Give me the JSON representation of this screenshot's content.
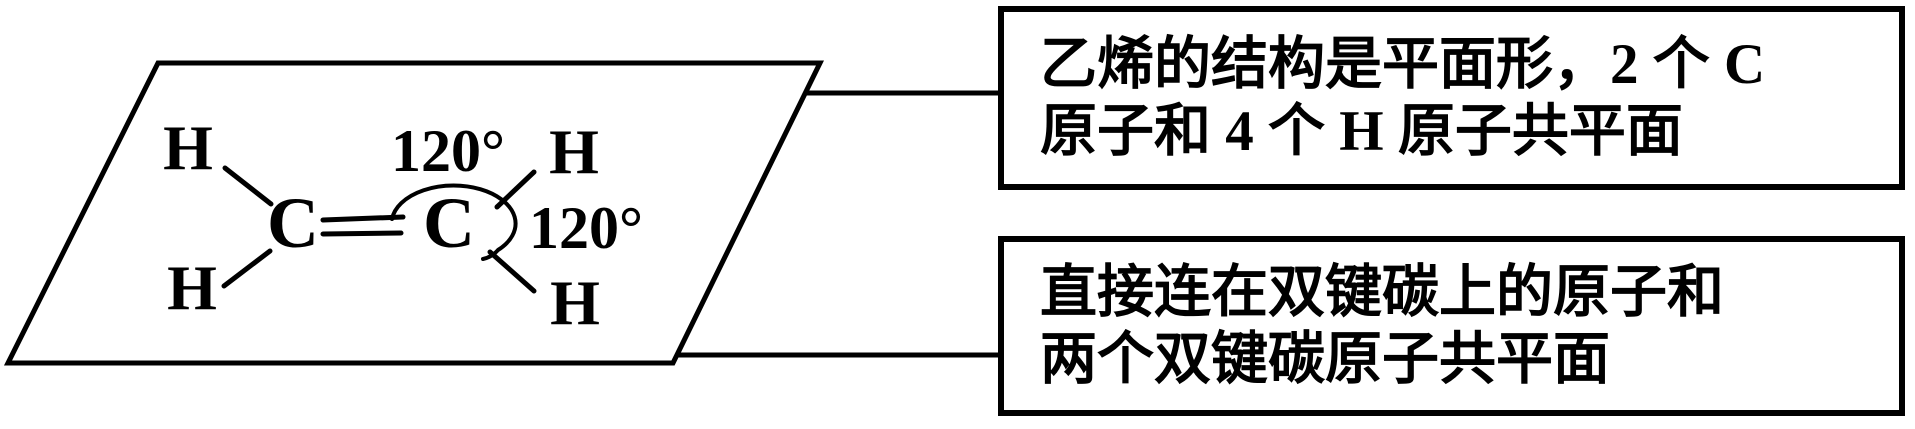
{
  "diagram": {
    "molecule": {
      "h_top_left": "H",
      "h_bottom_left": "H",
      "h_top_right": "H",
      "h_bottom_right": "H",
      "c_left": "C",
      "c_right": "C",
      "angle_top": "120°",
      "angle_right": "120°"
    },
    "callout_top": {
      "line1": "乙烯的结构是平面形，2 个 C",
      "line2": "原子和 4 个 H 原子共平面"
    },
    "callout_bottom": {
      "line1": "直接连在双键碳上的原子和",
      "line2": "两个双键碳原子共平面"
    },
    "colors": {
      "ink": "#000000",
      "background": "#ffffff"
    }
  }
}
